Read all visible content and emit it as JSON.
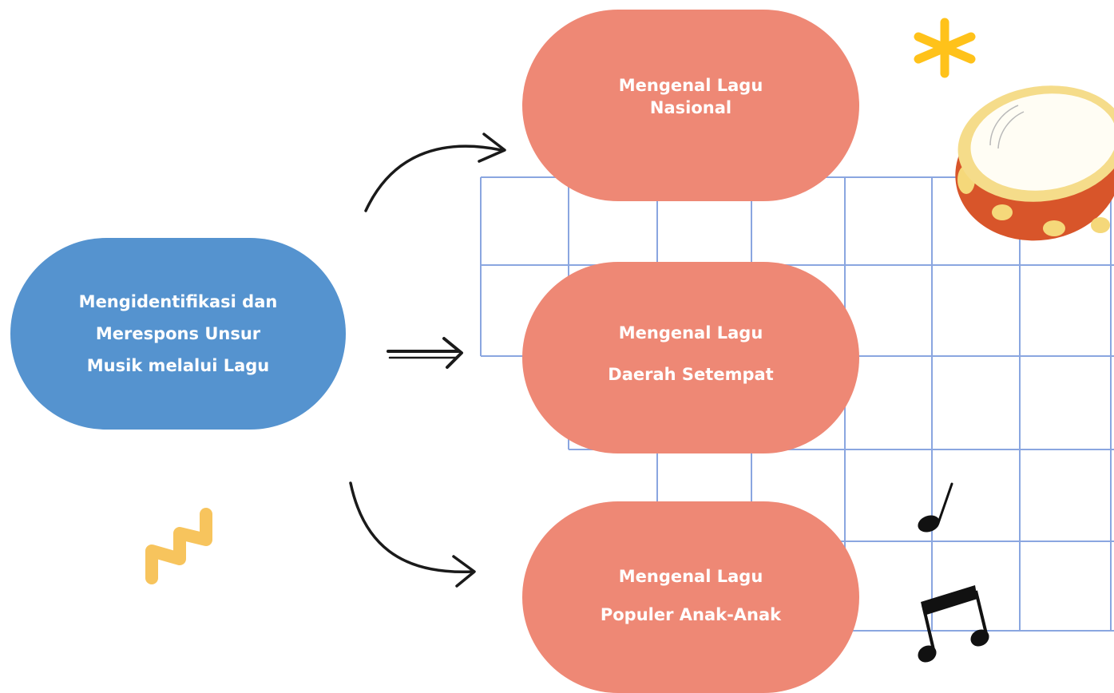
{
  "diagram": {
    "root": {
      "lines": [
        "Mengidentifikasi dan",
        "Merespons Unsur",
        "Musik melalui Lagu"
      ]
    },
    "children": [
      {
        "lines": [
          "Mengenal Lagu",
          "Nasional"
        ]
      },
      {
        "lines": [
          "Mengenal Lagu",
          "Daerah Setempat"
        ]
      },
      {
        "lines": [
          "Mengenal Lagu",
          "Populer Anak-Anak"
        ]
      }
    ]
  },
  "colors": {
    "root_fill": "#5593cf",
    "child_fill": "#ee8875",
    "grid_line": "#8aa6e0",
    "arrow": "#1a1a1a",
    "star": "#ffc21a",
    "zigzag": "#f7c45d"
  },
  "decorations": {
    "icons": [
      "asterisk-icon",
      "tambourine-icon",
      "zigzag-icon",
      "quarter-note-icon",
      "eighth-notes-icon"
    ]
  }
}
